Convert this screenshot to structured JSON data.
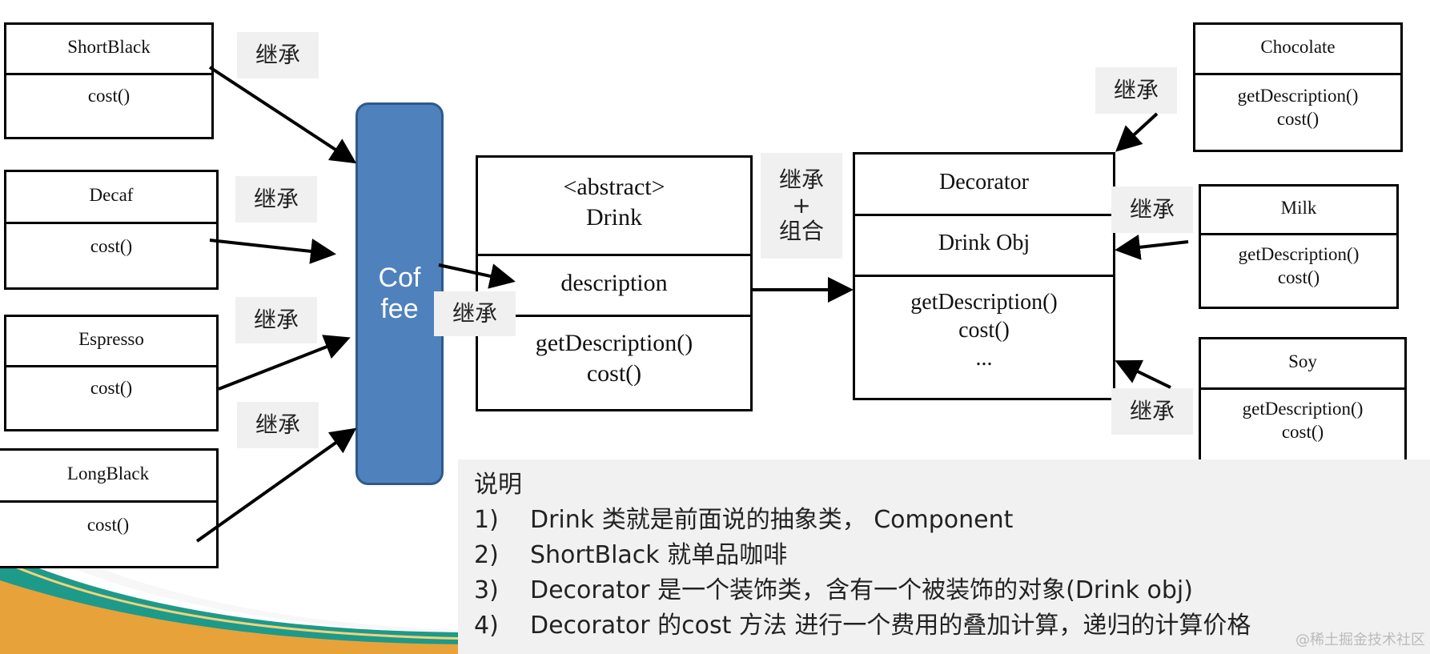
{
  "classes": {
    "shortblack": {
      "name": "ShortBlack",
      "methods": [
        "cost()"
      ]
    },
    "decaf": {
      "name": "Decaf",
      "methods": [
        "cost()"
      ]
    },
    "espresso": {
      "name": "Espresso",
      "methods": [
        "cost()"
      ]
    },
    "longblack": {
      "name": "LongBlack",
      "methods": [
        "cost()"
      ]
    },
    "coffee": {
      "line1": "Cof",
      "line2": "fee"
    },
    "drink": {
      "stereotype": "<abstract>",
      "name": "Drink",
      "field": "description",
      "methods": [
        "getDescription()",
        "cost()"
      ]
    },
    "decorator": {
      "name": "Decorator",
      "field": "Drink Obj",
      "methods": [
        "getDescription()",
        "cost()",
        "..."
      ]
    },
    "chocolate": {
      "name": "Chocolate",
      "methods": [
        "getDescription()",
        "cost()"
      ]
    },
    "milk": {
      "name": "Milk",
      "methods": [
        "getDescription()",
        "cost()"
      ]
    },
    "soy": {
      "name": "Soy",
      "methods": [
        "getDescription()",
        "cost()"
      ]
    }
  },
  "labels": {
    "inherit": "继承",
    "inherit_compose": {
      "line1": "继承",
      "line2": "+",
      "line3": "组合"
    }
  },
  "notes": {
    "heading": "说明",
    "items": [
      {
        "num": "1)",
        "text": "Drink 类就是前面说的抽象类， Component"
      },
      {
        "num": "2)",
        "text": "ShortBlack 就单品咖啡"
      },
      {
        "num": "3)",
        "text": "Decorator 是一个装饰类，含有一个被装饰的对象(Drink obj)"
      },
      {
        "num": "4)",
        "text": "Decorator 的cost 方法 进行一个费用的叠加计算，递归的计算价格"
      }
    ]
  },
  "watermark": "@稀土掘金技术社区",
  "colors": {
    "coffee_fill": "#4f81bd",
    "label_bg": "#f0f0f0",
    "notes_bg": "#f1f1f1"
  }
}
